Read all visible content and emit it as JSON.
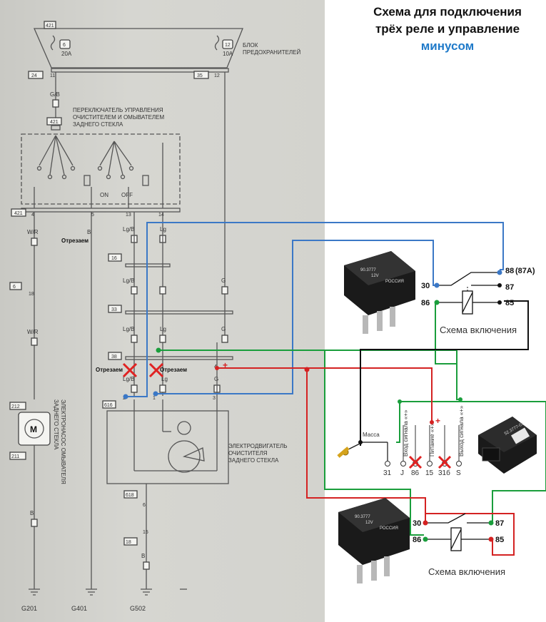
{
  "title": {
    "line1": "Схема для подключения",
    "line2": "трёх реле и управление",
    "line3": "минусом"
  },
  "colors": {
    "blue_wire": "#3b78c6",
    "green_wire": "#1a9e3c",
    "red_wire": "#d42222",
    "black_wire": "#111111",
    "accent": "#1f7ac9"
  },
  "scan": {
    "fuse_block_label": [
      "БЛОК",
      "ПРЕДОХРАНИТЕЛЕЙ"
    ],
    "fuse_left": {
      "num": "6",
      "amps": "20A"
    },
    "fuse_right": {
      "num": "12",
      "amps": "10A"
    },
    "connectors": {
      "c421_top": "421",
      "c24": "24",
      "c35": "35",
      "c11": "11",
      "c12": "12",
      "c421_mid": "421",
      "c421_bot": "421",
      "c6": "6",
      "c16": "16",
      "c33": "33",
      "c38": "38",
      "c616": "616",
      "c212": "212",
      "c211": "211",
      "c618": "618",
      "c18": "18"
    },
    "switch_label": [
      "ПЕРЕКЛЮЧАТЕЛЬ УПРАВЛЕНИЯ",
      "ОЧИСТИТЕЛЕМ И ОМЫВАТЕЛЕМ",
      "ЗАДНЕГО СТЕКЛА"
    ],
    "switch_on": "ON",
    "switch_off": "OFF",
    "motor_label": [
      "ЭЛЕКТРОДВИГАТЕЛЬ",
      "ОЧИСТИТЕЛЯ",
      "ЗАДНЕГО СТЕКЛА"
    ],
    "pump_label": [
      "ЭЛЕКТРОНАСОС ОМЫВАТЕЛЯ",
      "ЗАДНЕГО СТЕКЛА"
    ],
    "wires": {
      "gb": "G/B",
      "wr": "W/R",
      "b": "B",
      "lgb": "Lg/B",
      "lg": "Lg",
      "g": "G"
    },
    "pins": {
      "p4": "4",
      "p5": "5",
      "p13": "13",
      "p14": "14",
      "p6": "6",
      "p15": "15",
      "p1": "1",
      "p2": "2",
      "p3": "3"
    },
    "grounds": [
      "G201",
      "G401",
      "G502"
    ],
    "motor_symbol": "M"
  },
  "annotations": {
    "cut1": "Отрезаем",
    "cut2": "Отрезаем",
    "cut3": "Отрезаем",
    "plus": "+",
    "ground_label": "Масса"
  },
  "relay_top": {
    "pin30": "30",
    "pin86": "86",
    "pin88": "88",
    "pin88a": "(87A)",
    "pin87": "87",
    "pin85": "85",
    "caption": "Схема включения",
    "photo_text": [
      "90.3777",
      "12V",
      "РОССИЯ"
    ]
  },
  "relay_bottom": {
    "pin30": "30",
    "pin86": "86",
    "pin87": "87",
    "pin85": "85",
    "caption": "Схема включения",
    "photo_text": [
      "90.3777",
      "12V",
      "РОССИЯ"
    ]
  },
  "module": {
    "pin_labels": [
      "Вход сигнала «+»",
      "Питание «+»",
      "Выход сигнала «+»"
    ],
    "terminals": [
      "31",
      "J",
      "86",
      "15",
      "31б",
      "S"
    ],
    "photo_text": "52.3777-01"
  }
}
